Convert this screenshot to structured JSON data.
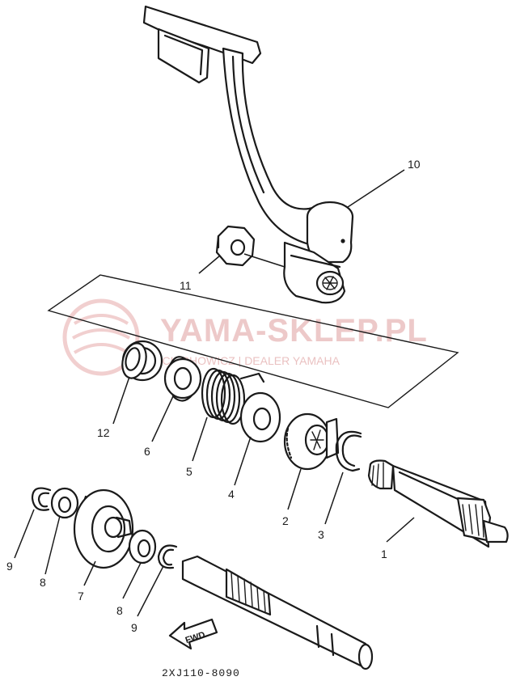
{
  "diagram": {
    "drawing_code": "2XJ110-8090",
    "direction_arrow": "FWD",
    "watermark": {
      "brand": "YAMA-SKLEP.PL",
      "tagline": "...ICIECHOWICZ | DEALER YAMAHA"
    },
    "part_labels": [
      "1",
      "2",
      "3",
      "4",
      "5",
      "6",
      "7",
      "8",
      "8",
      "9",
      "9",
      "10",
      "11",
      "12"
    ]
  }
}
